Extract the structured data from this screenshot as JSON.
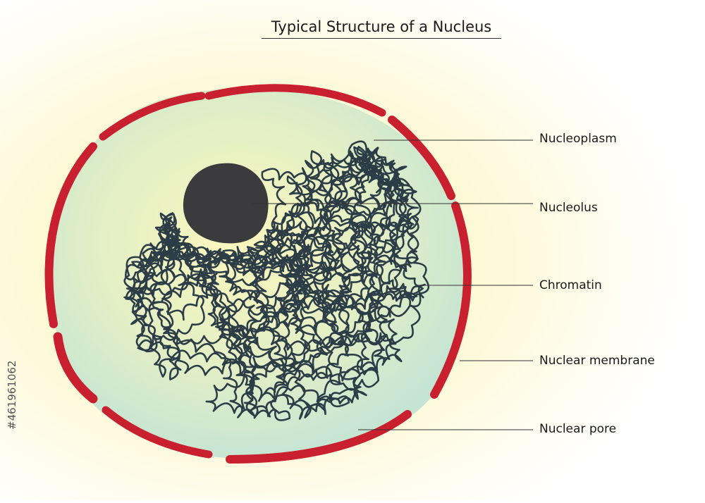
{
  "title": "Typical Structure of a Nucleus",
  "labels": {
    "nucleoplasm": "Nucleoplasm",
    "nucleolus": "Nucleolus",
    "chromatin": "Chromatin",
    "nuclear_membrane": "Nuclear membrane",
    "nuclear_pore": "Nuclear pore"
  },
  "stock_id": "#461961062",
  "colors": {
    "membrane": "#c8202e",
    "nucleoplasm_center": "#fbf7bd",
    "nucleoplasm_edge": "#c9e6d2",
    "nucleolus": "#3b3b3d",
    "chromatin": "#2c3d47",
    "background_glow": "#fdf6b4",
    "leader_line": "#333333"
  }
}
